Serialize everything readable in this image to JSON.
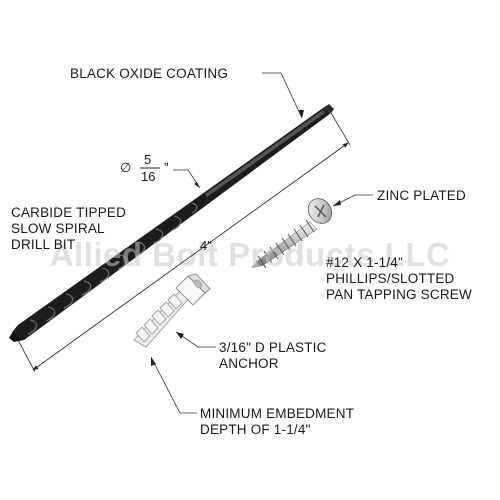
{
  "labels": {
    "coating": "BLACK OXIDE COATING",
    "bit_line1": "CARBIDE TIPPED",
    "bit_line2": "SLOW SPIRAL",
    "bit_line3": "DRILL BIT",
    "length": "4\"",
    "diameter_symbol": "∅",
    "diameter_num": "5",
    "diameter_den": "16",
    "diameter_unit": "\"",
    "zinc": "ZINC PLATED",
    "screw_line1": "#12 X 1-1/4\"",
    "screw_line2": "PHILLIPS/SLOTTED",
    "screw_line3": "PAN TAPPING SCREW",
    "anchor_line1": "3/16\" D PLASTIC",
    "anchor_line2": "ANCHOR",
    "embed_line1": "MINIMUM EMBEDMENT",
    "embed_line2": "DEPTH OF 1-1/4\""
  },
  "watermark": "Allied Bolt Products LLC",
  "colors": {
    "drill": "#1c1c1c",
    "drill_highlight": "#5a5a5a",
    "screw": "#cfcfcf",
    "screw_dark": "#7a7a7a",
    "anchor": "#f2f2f2",
    "anchor_outline": "#9a9a9a"
  }
}
